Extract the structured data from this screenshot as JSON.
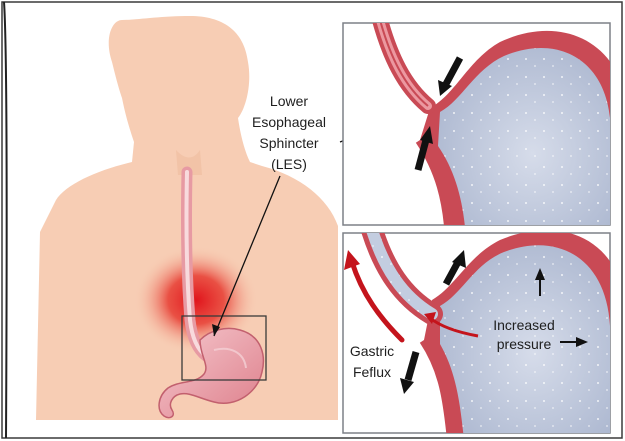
{
  "labels": {
    "les": [
      "Lower",
      "Esophageal",
      "Sphincter",
      "(LES)"
    ],
    "gastric_reflux": [
      "Gastric",
      "Feflux"
    ],
    "increased_pressure": [
      "Increased",
      "pressure"
    ]
  },
  "colors": {
    "skin": "#f7cdb4",
    "wall": "#c94a55",
    "wall_inner": "#ec98a0",
    "stomach_fill": "#bec8dd",
    "inflammation": "#e0141c",
    "reflux_arrow": "#c4141c",
    "panel_border": "#7d8087"
  },
  "panels": [
    "normal-les",
    "reflux-les"
  ]
}
